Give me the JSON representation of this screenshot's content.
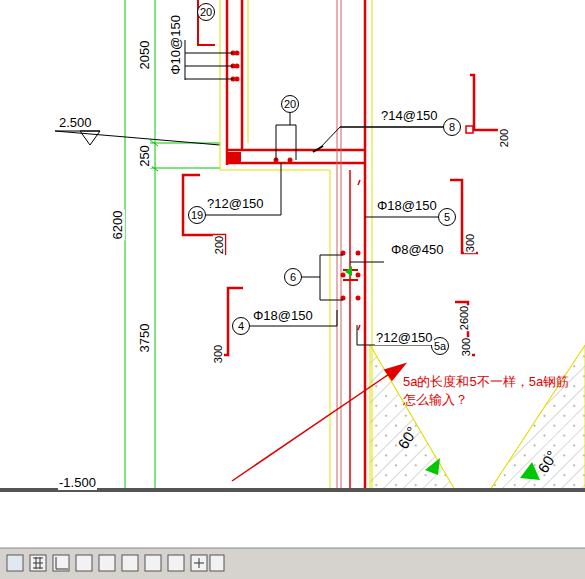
{
  "diagram": {
    "nodes": [
      {
        "text": [
          "20"
        ]
      },
      {
        "text": [
          "20"
        ]
      },
      {
        "text": [
          "8"
        ]
      },
      {
        "text": [
          "19"
        ]
      },
      {
        "text": [
          "5"
        ]
      },
      {
        "text": [
          "6"
        ]
      },
      {
        "text": [
          "4"
        ]
      },
      {
        "text": [
          "5a"
        ]
      }
    ],
    "labels": [
      "2050",
      "2.500",
      "250",
      "6200",
      "3750",
      "-1.500",
      "Φ10@150",
      "?14@150",
      "200",
      "?12@150",
      "200",
      "Φ18@150",
      "300",
      "Φ8@450",
      "Φ18@150",
      "300",
      "?12@150",
      "2600",
      "300",
      "60°",
      "60°",
      "5a的长度和5不一样，5a钢筋怎么输入？"
    ]
  }
}
